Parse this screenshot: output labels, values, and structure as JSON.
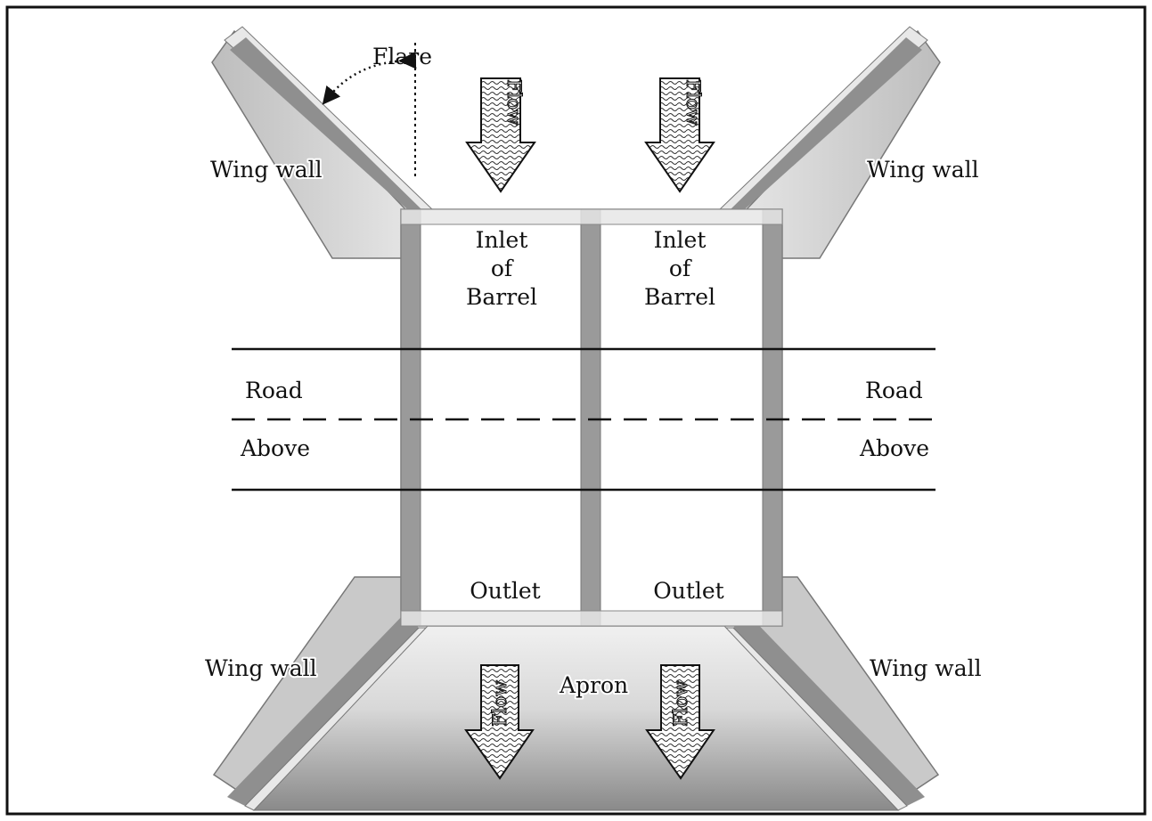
{
  "labels": {
    "flare": "Flare",
    "wing_wall": "Wing wall",
    "inlet_line1": "Inlet",
    "inlet_line2": "of",
    "inlet_line3": "Barrel",
    "road": "Road",
    "above": "Above",
    "outlet": "Outlet",
    "apron": "Apron",
    "flow": "Flow"
  }
}
